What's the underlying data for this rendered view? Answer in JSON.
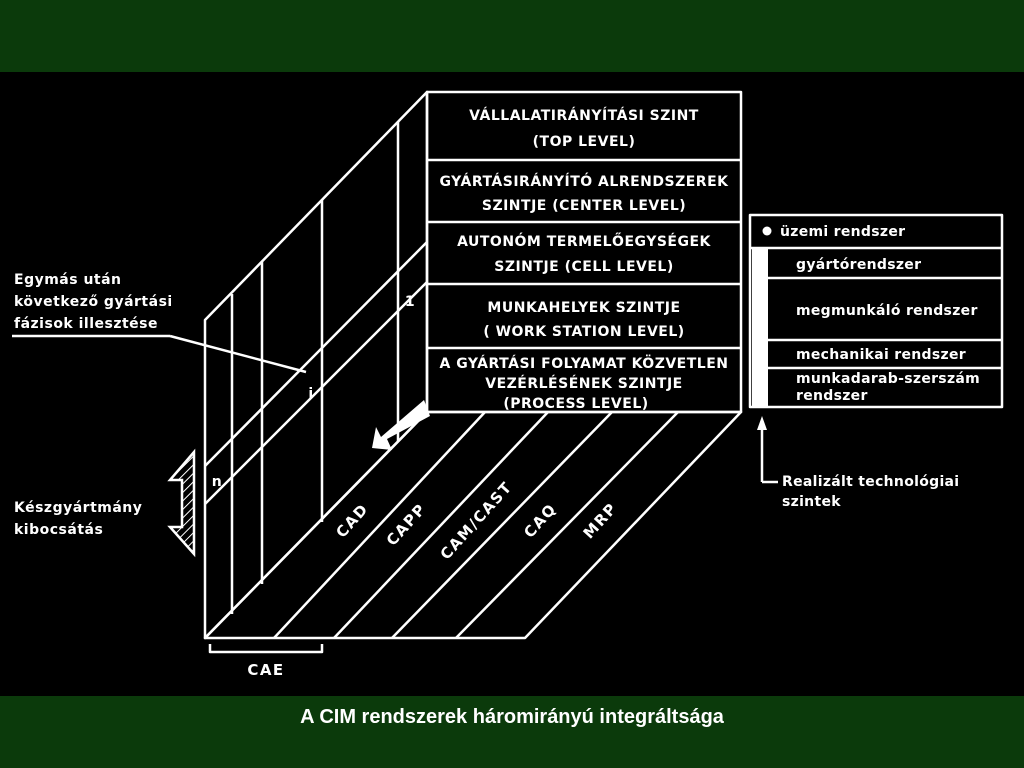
{
  "caption": "A CIM rendszerek háromirányú integráltsága",
  "levels": [
    {
      "line1": "VÁLLALATIRÁNYÍTÁSI SZINT",
      "line2": "(TOP LEVEL)"
    },
    {
      "line1": "GYÁRTÁSIRÁNYÍTÓ ALRENDSZEREK",
      "line2": "SZINTJE (CENTER LEVEL)"
    },
    {
      "line1": "AUTONÓM TERMELŐEGYSÉGEK",
      "line2": "SZINTJE (CELL LEVEL)"
    },
    {
      "line1": "MUNKAHELYEK SZINTJE",
      "line2": "( WORK STATION LEVEL)"
    },
    {
      "line1": "A GYÁRTÁSI FOLYAMAT KÖZVETLEN",
      "line2": "VEZÉRLÉSÉNEK SZINTJE",
      "line3": "(PROCESS LEVEL)"
    }
  ],
  "strips": [
    "CAD",
    "CAPP",
    "CAM/CAST",
    "CAQ",
    "MRP"
  ],
  "cae": "CAE",
  "phase_markers": {
    "first": "1",
    "mid": "i",
    "last": "n"
  },
  "left_note": {
    "line1": "Egymás után",
    "line2": "következő gyártási",
    "line3": "fázisok illesztése"
  },
  "output_note": {
    "line1": "Készgyártmány",
    "line2": "kibocsátás"
  },
  "systems": [
    {
      "line1": "üzemi rendszer"
    },
    {
      "line1": "gyártórendszer"
    },
    {
      "line1": "megmunkáló rendszer"
    },
    {
      "line1": "mechanikai rendszer"
    },
    {
      "line1": "munkadarab-szerszám",
      "line2": "rendszer"
    }
  ],
  "realized_note": {
    "line1": "Realizált technológiai",
    "line2": "szintek"
  }
}
